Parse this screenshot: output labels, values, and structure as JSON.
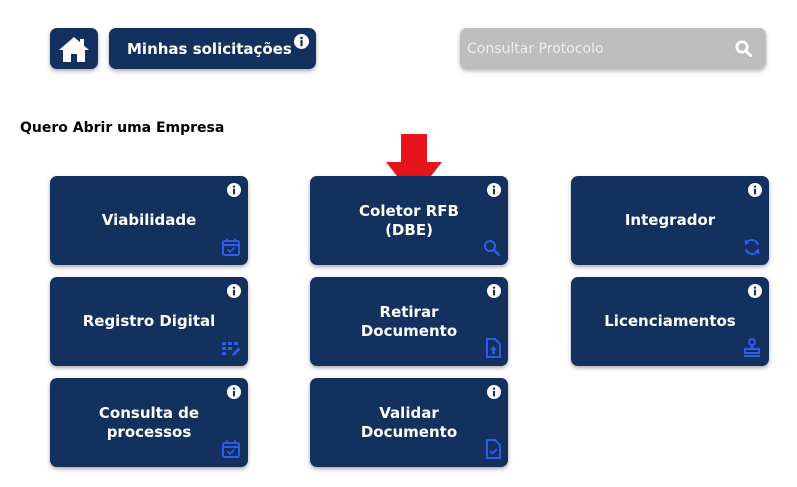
{
  "header": {
    "my_requests_label": "Minhas solicitações",
    "search_placeholder": "Consultar Protocolo"
  },
  "section": {
    "title": "Quero Abrir uma Empresa"
  },
  "cards": [
    {
      "label": "Viabilidade",
      "icon": "calendar-check-icon"
    },
    {
      "label": "Coletor RFB (DBE)",
      "icon": "search-icon"
    },
    {
      "label": "Integrador",
      "icon": "sync-icon"
    },
    {
      "label": "Registro Digital",
      "icon": "grid-edit-icon"
    },
    {
      "label": "Retirar Documento",
      "icon": "file-upload-icon"
    },
    {
      "label": "Licenciamentos",
      "icon": "stamp-icon"
    },
    {
      "label": "Consulta de processos",
      "icon": "calendar-check-icon"
    },
    {
      "label": "Validar Documento",
      "icon": "file-check-icon"
    }
  ],
  "colors": {
    "card_bg": "#14305e",
    "card_icon": "#2f5bea",
    "search_bg": "#bdbdbd",
    "arrow": "#e8141b"
  }
}
